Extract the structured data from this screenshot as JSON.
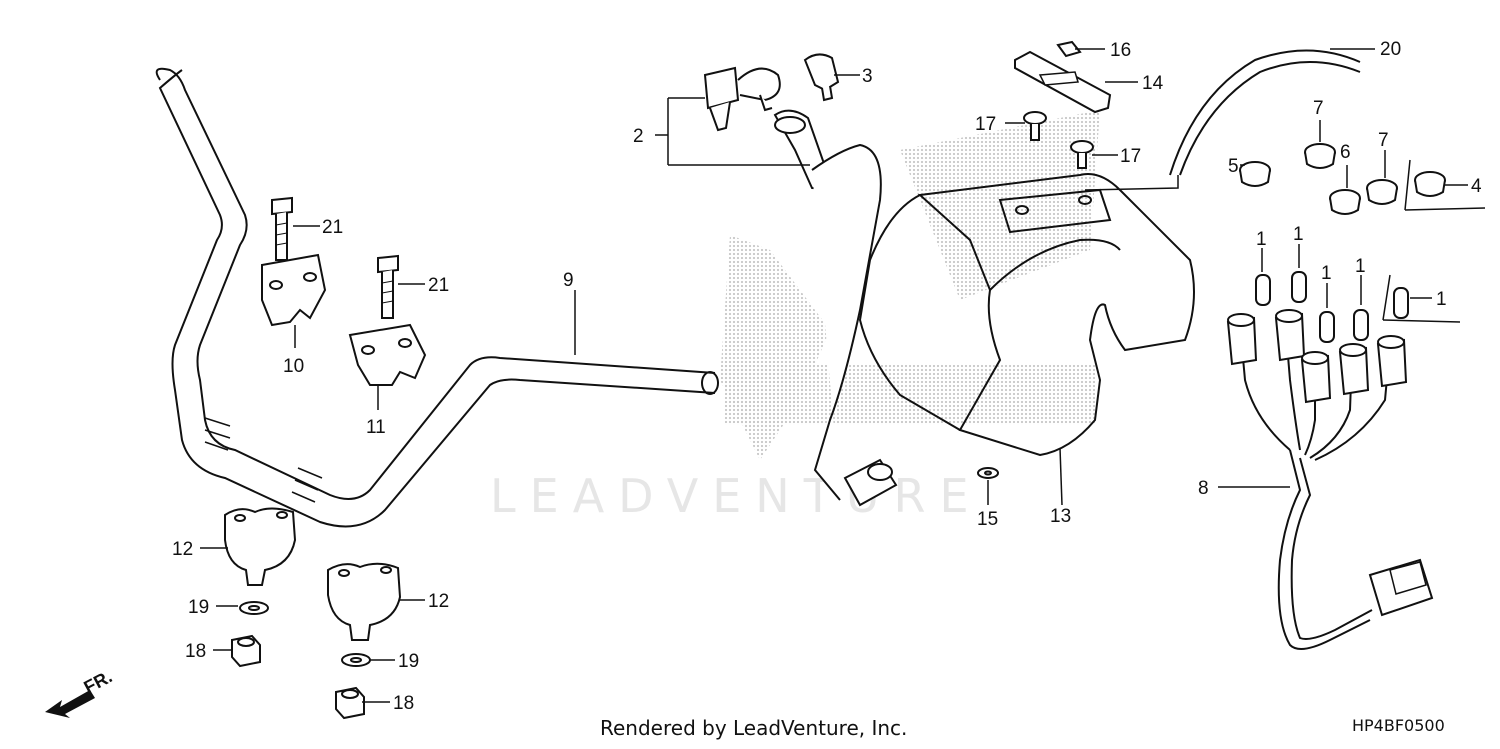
{
  "watermark": "LEADVENTURE",
  "footer": {
    "rendered_by": "Rendered by LeadVenture, Inc.",
    "diagram_code": "HP4BF0500"
  },
  "direction_marker": "FR.",
  "callouts": {
    "c1a": "1",
    "c1b": "1",
    "c1c": "1",
    "c1d": "1",
    "c1e": "1",
    "c2": "2",
    "c3": "3",
    "c4": "4",
    "c5": "5",
    "c6": "6",
    "c7a": "7",
    "c7b": "7",
    "c8": "8",
    "c9": "9",
    "c10": "10",
    "c11": "11",
    "c12a": "12",
    "c12b": "12",
    "c13": "13",
    "c14": "14",
    "c15": "15",
    "c16": "16",
    "c17a": "17",
    "c17b": "17",
    "c18a": "18",
    "c18b": "18",
    "c19a": "19",
    "c19b": "19",
    "c20": "20",
    "c21a": "21",
    "c21b": "21"
  }
}
